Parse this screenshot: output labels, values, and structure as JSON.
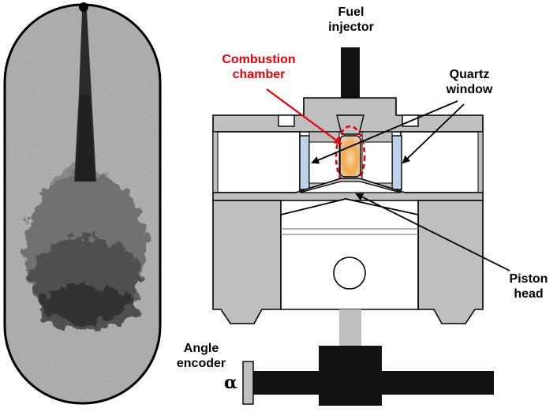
{
  "labels": {
    "fuel_injector": [
      "Fuel",
      "injector"
    ],
    "combustion_chamber": [
      "Combustion",
      "chamber"
    ],
    "quartz_window": [
      "Quartz",
      "window"
    ],
    "piston_head": [
      "Piston",
      "head"
    ],
    "angle_encoder": [
      "Angle",
      "encoder"
    ],
    "alpha_symbol": "α"
  },
  "colors": {
    "combustion_label": "#e8000b",
    "engine_body": "#bfbfbf",
    "quartz": "#bcd3ea",
    "flame": "#f3a94a",
    "shaft": "#111111"
  }
}
